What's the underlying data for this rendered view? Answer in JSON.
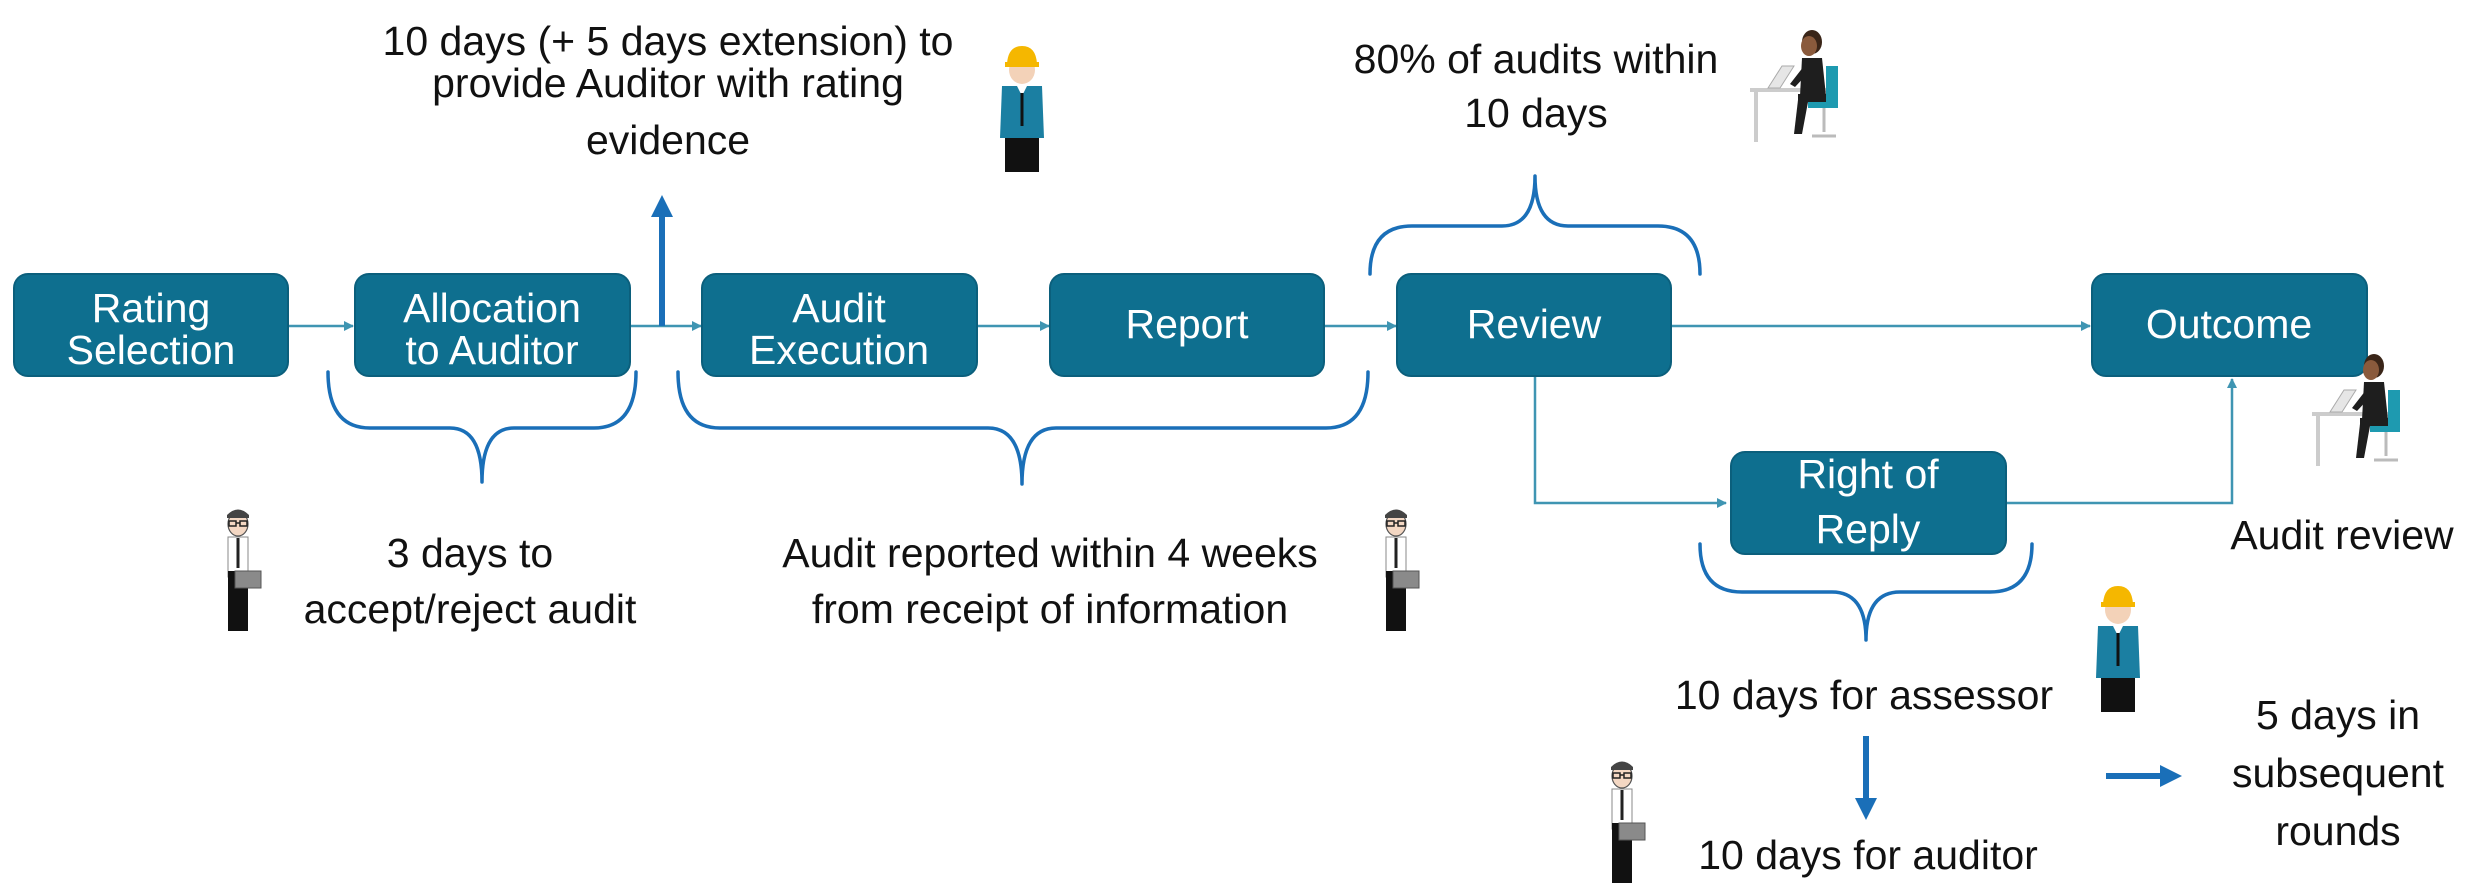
{
  "colors": {
    "box_fill": "#0e6f8f",
    "connector": "#3f95b2",
    "brace": "#1a6fb8",
    "arrow": "#1a6fb8",
    "text": "#111111"
  },
  "boxes": {
    "rating_selection": [
      "Rating",
      "Selection"
    ],
    "allocation": [
      "Allocation",
      "to Auditor"
    ],
    "audit_execution": [
      "Audit",
      "Execution"
    ],
    "report": [
      "Report"
    ],
    "review": [
      "Review"
    ],
    "outcome": [
      "Outcome"
    ],
    "right_of_reply": [
      "Right of",
      "Reply"
    ]
  },
  "labels": {
    "evidence": [
      "10 days (+ 5 days extension) to",
      "provide Auditor with rating",
      "evidence"
    ],
    "audits_10_days": [
      "80% of audits within",
      "10 days"
    ],
    "accept_reject": [
      "3 days to",
      "accept/reject audit"
    ],
    "reported_4_weeks": [
      "Audit reported within 4 weeks",
      "from receipt of information"
    ],
    "audit_review": [
      "Audit review"
    ],
    "assessor": [
      "10 days for assessor"
    ],
    "auditor": [
      "10 days for auditor"
    ],
    "subsequent": [
      "5 days in",
      "subsequent",
      "rounds"
    ]
  },
  "icons": [
    "auditor-person-icon",
    "assessor-person-icon",
    "reviewer-at-desk-icon"
  ]
}
